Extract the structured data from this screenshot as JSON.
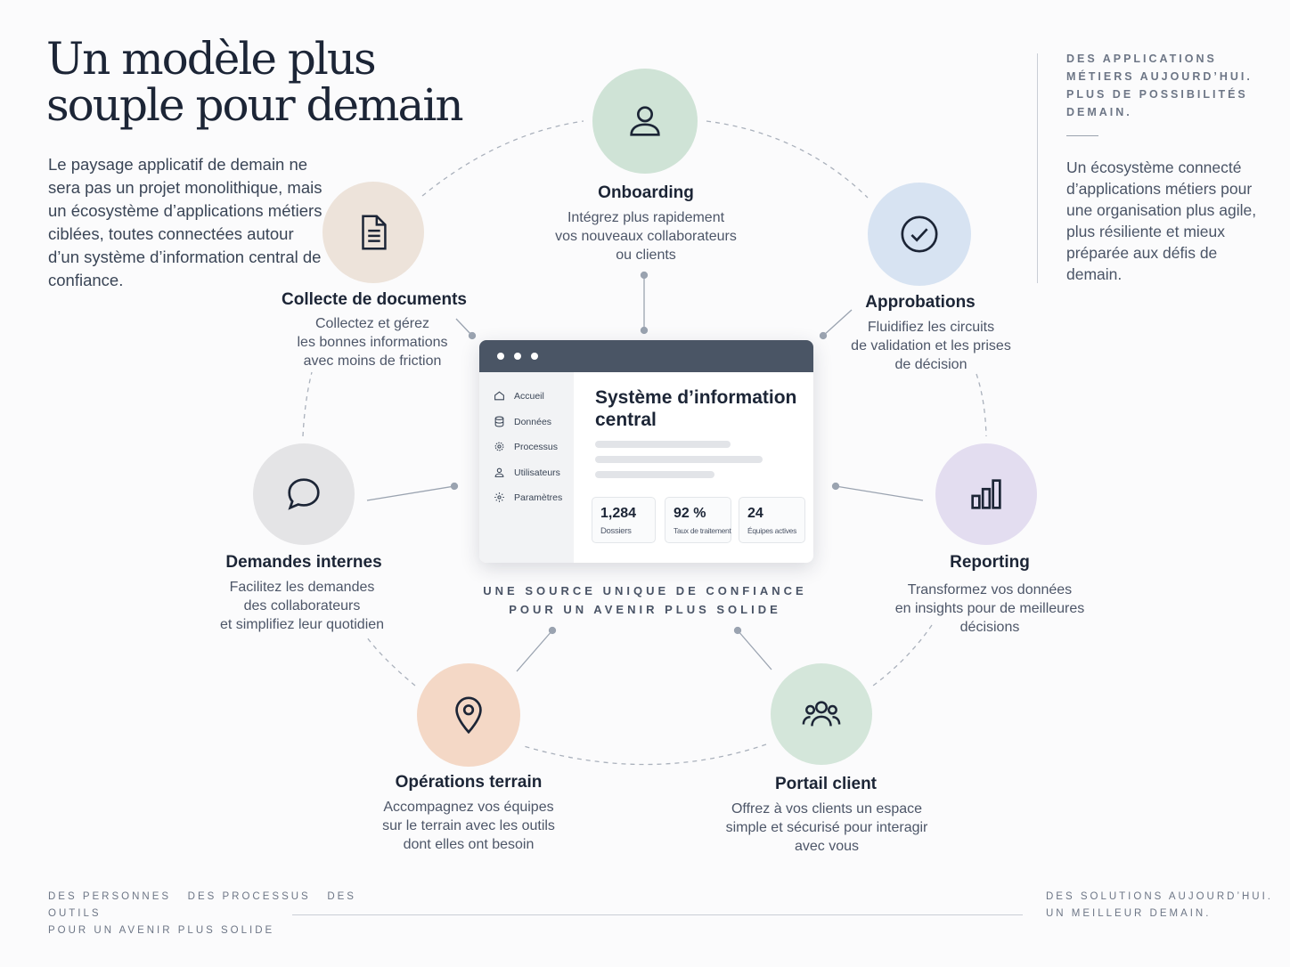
{
  "header": {
    "title_line1": "Un modèle plus",
    "title_line2": "souple pour demain",
    "intro": "Le paysage applicatif de demain ne sera pas un projet monolithique, mais un écosystème d’applications métiers ciblées, toutes connectées autour d’un système d’information central de confiance."
  },
  "aside": {
    "tagline_lines": [
      "DES APPLICATIONS",
      "MÉTIERS AUJOURD’HUI.",
      "PLUS DE POSSIBILITÉS",
      "DEMAIN."
    ],
    "text": "Un écosystème connecté d’applications métiers pour une organisation plus agile, plus résiliente et mieux préparée aux défis de demain."
  },
  "nodes": [
    {
      "id": "onboarding",
      "icon": "user-icon",
      "color": "#cfe3d6",
      "title": "Onboarding",
      "desc": [
        "Intégrez plus rapidement",
        "vos nouveaux collaborateurs",
        "ou clients"
      ]
    },
    {
      "id": "approbations",
      "icon": "check-circle-icon",
      "color": "#d7e3f2",
      "title": "Approbations",
      "desc": [
        "Fluidifiez les circuits",
        "de validation et les prises",
        "de décision"
      ]
    },
    {
      "id": "reporting",
      "icon": "bar-chart-icon",
      "color": "#e3ddf0",
      "title": "Reporting",
      "desc": [
        "Transformez vos données",
        "en insights pour de meilleures",
        "décisions"
      ]
    },
    {
      "id": "portail",
      "icon": "users-icon",
      "color": "#d4e6da",
      "title": "Portail client",
      "desc": [
        "Offrez à vos clients un espace",
        "simple et sécurisé pour interagir",
        "avec vous"
      ]
    },
    {
      "id": "operations",
      "icon": "map-pin-icon",
      "color": "#f4d8c6",
      "title": "Opérations terrain",
      "desc": [
        "Accompagnez vos équipes",
        "sur le terrain avec les outils",
        "dont elles ont besoin"
      ]
    },
    {
      "id": "demandes",
      "icon": "chat-bubble-icon",
      "color": "#e4e4e6",
      "title": "Demandes internes",
      "desc": [
        "Facilitez les demandes",
        "des collaborateurs",
        "et simplifiez leur quotidien"
      ]
    },
    {
      "id": "collecte",
      "icon": "document-icon",
      "color": "#ede3da",
      "title": "Collecte de documents",
      "desc": [
        "Collectez et gérez",
        "les bonnes informations",
        "avec moins de friction"
      ]
    }
  ],
  "center": {
    "window_title_line1": "Système d’information",
    "window_title_line2": "central",
    "sidebar": [
      {
        "label": "Accueil",
        "icon": "home-icon"
      },
      {
        "label": "Données",
        "icon": "database-icon"
      },
      {
        "label": "Processus",
        "icon": "gear-icon"
      },
      {
        "label": "Utilisateurs",
        "icon": "user-icon"
      },
      {
        "label": "Paramètres",
        "icon": "settings-icon"
      }
    ],
    "stats": [
      {
        "value": "1,284",
        "label": "Dossiers"
      },
      {
        "value": "92 %",
        "label": "Taux de traitement"
      },
      {
        "value": "24",
        "label": "Équipes actives"
      }
    ],
    "caption_line1": "UNE SOURCE UNIQUE DE CONFIANCE",
    "caption_line2": "POUR UN AVENIR PLUS SOLIDE"
  },
  "footer": {
    "left_line1_a": "DES PERSONNES",
    "left_line1_b": "DES PROCESSUS",
    "left_line1_c": "DES OUTILS",
    "left_line2": "POUR UN AVENIR PLUS SOLIDE",
    "right_line1": "DES SOLUTIONS AUJOURD’HUI.",
    "right_line2": "UN MEILLEUR DEMAIN."
  }
}
